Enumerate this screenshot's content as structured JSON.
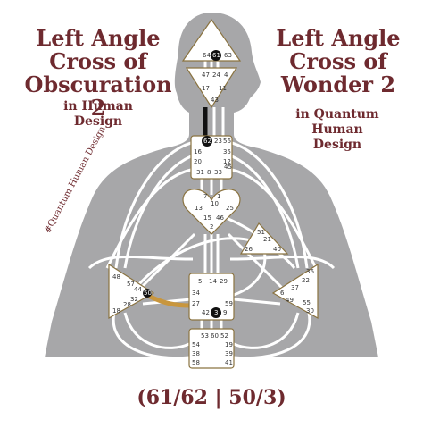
{
  "left_title": [
    "Left Angle",
    "Cross of",
    "Obscuration 2"
  ],
  "left_subtitle": [
    "in Human",
    "Design"
  ],
  "right_title": [
    "Left Angle",
    "Cross of",
    "Wonder 2"
  ],
  "right_subtitle": [
    "in Quantum",
    "Human",
    "Design"
  ],
  "hashtag": "#Quantum Human Design",
  "gate_code": "(61/62 | 50/3)",
  "colors": {
    "title": "#6e2a2f",
    "body": "#a7a7a9",
    "channel": "#ffffff",
    "center_border": "#8a7340",
    "defined_gate": "#111111",
    "highlight_channel": "#c8963e"
  },
  "centers": {
    "head": {
      "gates": [
        "64",
        "61",
        "63"
      ]
    },
    "ajna": {
      "gates": [
        "47",
        "24",
        "4",
        "17",
        "11",
        "43"
      ]
    },
    "throat": {
      "gates": [
        "62",
        "23",
        "56",
        "16",
        "35",
        "20",
        "12",
        "31",
        "8",
        "33",
        "45"
      ]
    },
    "g": {
      "gates": [
        "7",
        "1",
        "13",
        "10",
        "25",
        "15",
        "46",
        "2"
      ]
    },
    "heart": {
      "gates": [
        "51",
        "21",
        "26",
        "40"
      ]
    },
    "spleen": {
      "gates": [
        "48",
        "57",
        "44",
        "50",
        "32",
        "28",
        "18"
      ]
    },
    "solar_plexus": {
      "gates": [
        "36",
        "22",
        "37",
        "6",
        "49",
        "55",
        "30"
      ]
    },
    "sacral": {
      "gates": [
        "5",
        "14",
        "29",
        "34",
        "27",
        "59",
        "42",
        "3",
        "9"
      ]
    },
    "root": {
      "gates": [
        "53",
        "60",
        "52",
        "54",
        "19",
        "38",
        "39",
        "58",
        "41"
      ]
    }
  }
}
